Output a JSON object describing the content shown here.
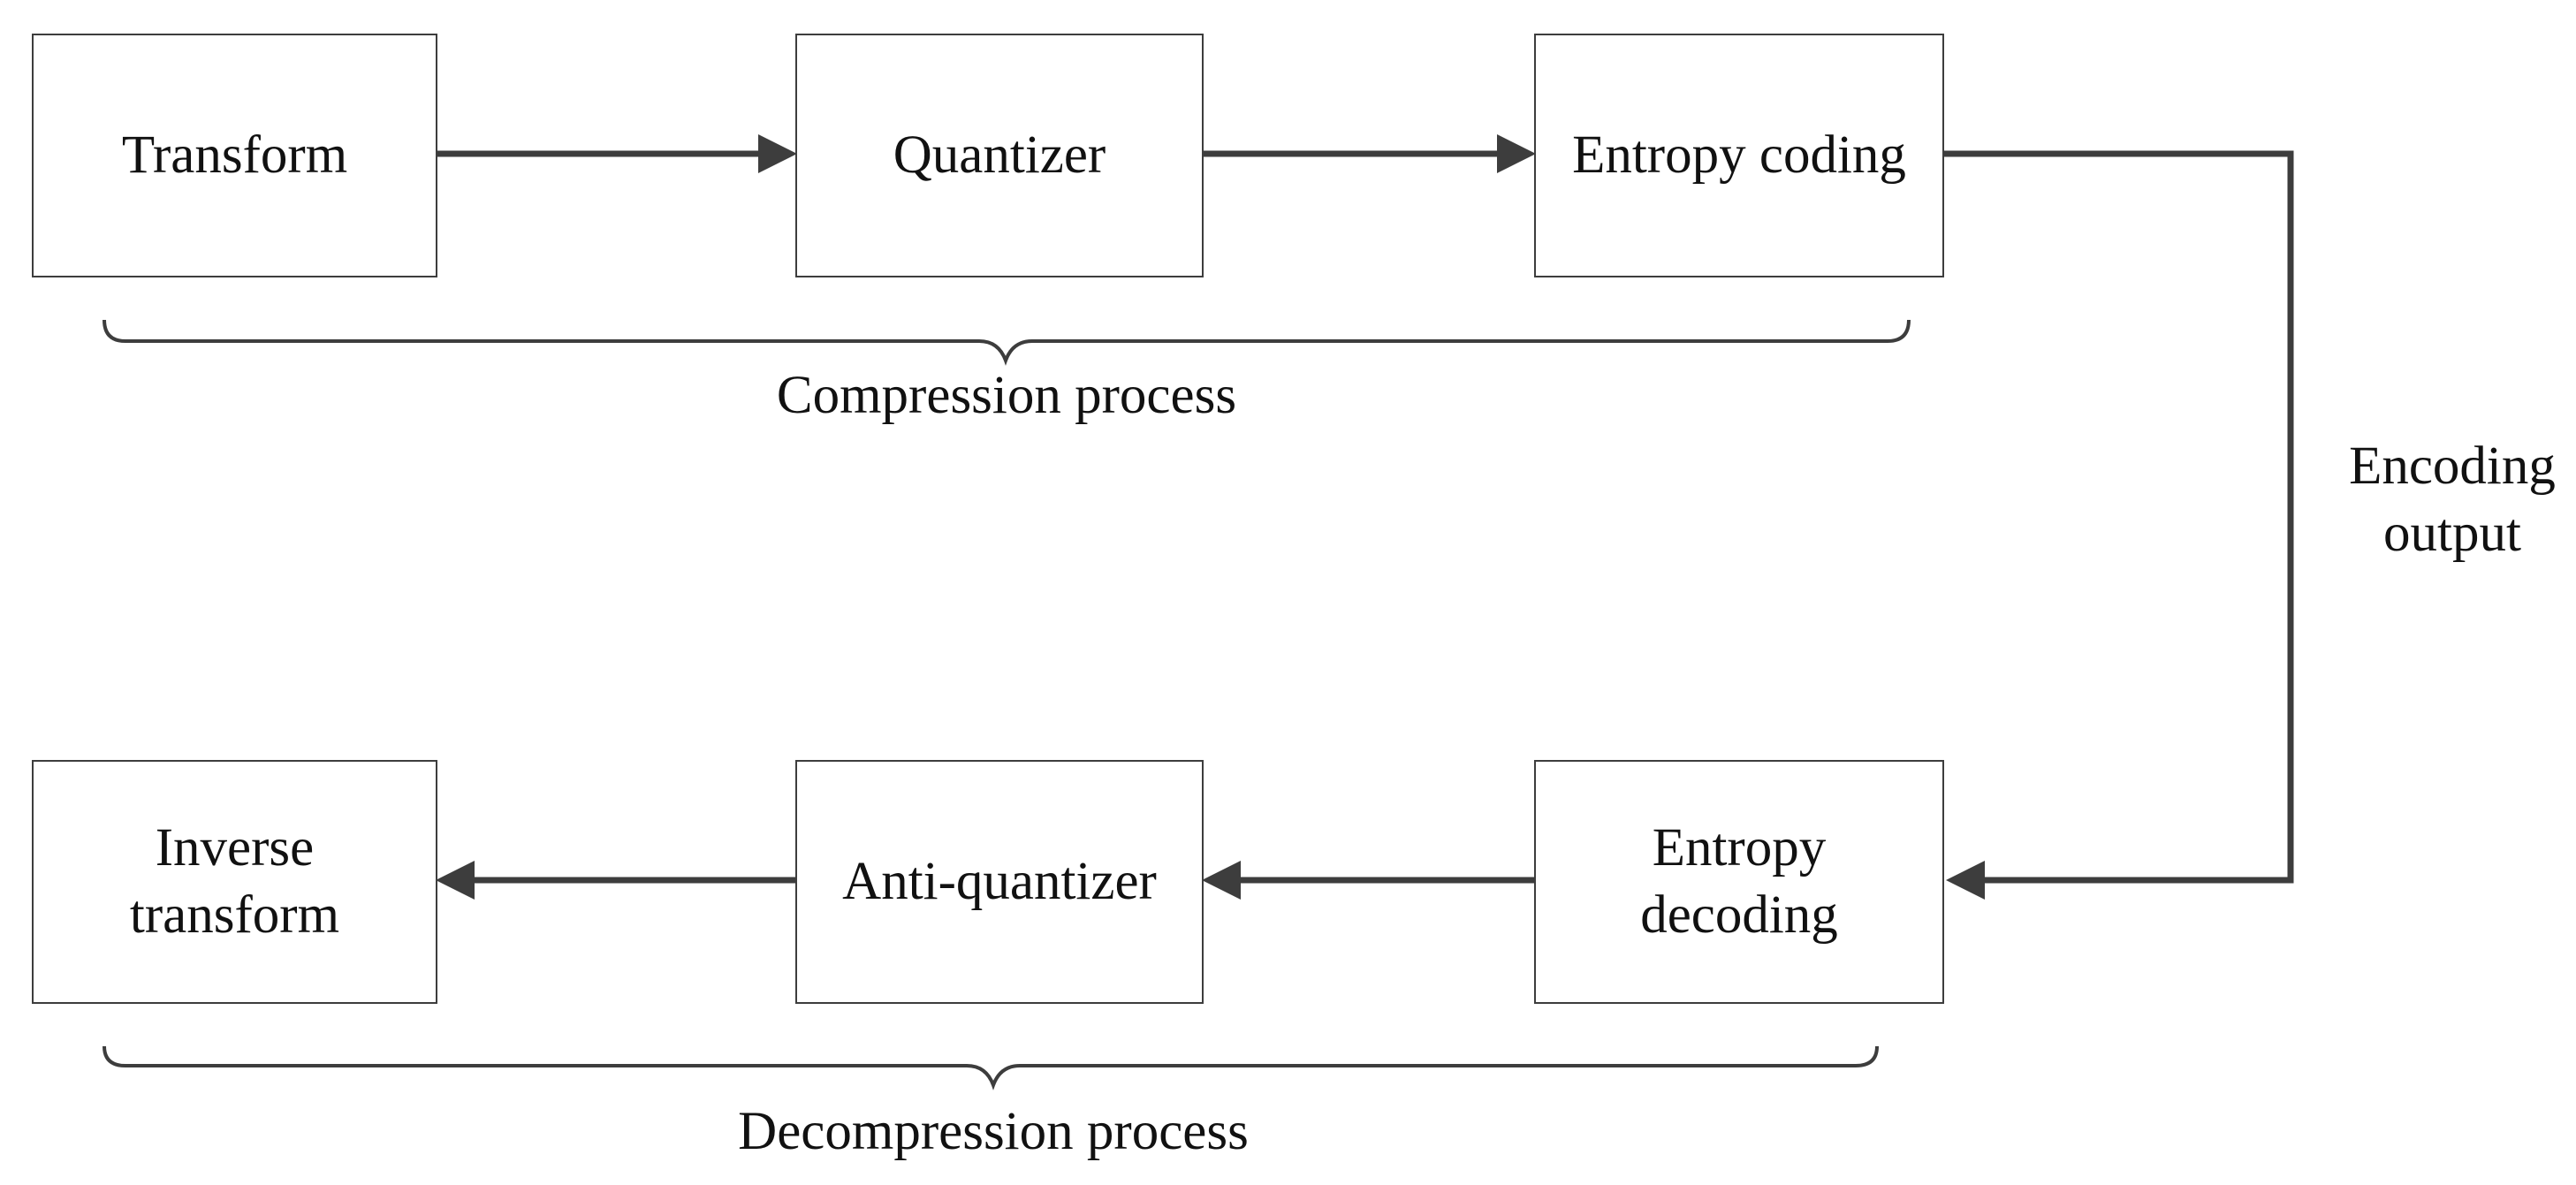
{
  "diagram": {
    "nodes": [
      {
        "id": "transform",
        "label": "Transform"
      },
      {
        "id": "quantizer",
        "label": "Quantizer"
      },
      {
        "id": "entropy_coding",
        "label": "Entropy coding"
      },
      {
        "id": "entropy_decoding",
        "label": "Entropy\ndecoding"
      },
      {
        "id": "anti_quantizer",
        "label": "Anti-quantizer"
      },
      {
        "id": "inverse_transform",
        "label": "Inverse\ntransform"
      }
    ],
    "edges": [
      {
        "from": "transform",
        "to": "quantizer"
      },
      {
        "from": "quantizer",
        "to": "entropy_coding"
      },
      {
        "from": "entropy_coding",
        "to": "entropy_decoding",
        "label": "Encoding\noutput"
      },
      {
        "from": "entropy_decoding",
        "to": "anti_quantizer"
      },
      {
        "from": "anti_quantizer",
        "to": "inverse_transform"
      }
    ],
    "groups": [
      {
        "label": "Compression process",
        "members": [
          "transform",
          "quantizer",
          "entropy_coding"
        ]
      },
      {
        "label": "Decompression process",
        "members": [
          "inverse_transform",
          "anti_quantizer",
          "entropy_decoding"
        ]
      }
    ],
    "colors": {
      "line": "#3d3d3d",
      "text": "#111111",
      "background": "#ffffff"
    }
  }
}
